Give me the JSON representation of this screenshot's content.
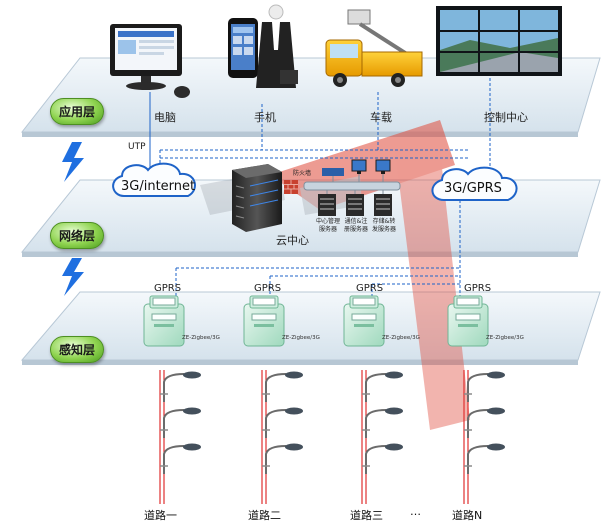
{
  "layers": {
    "application": "应用层",
    "network": "网络层",
    "perception": "感知层"
  },
  "application": {
    "items": [
      {
        "id": "computer",
        "label": "电脑"
      },
      {
        "id": "phone",
        "label": "手机"
      },
      {
        "id": "vehicle",
        "label": "车载"
      },
      {
        "id": "control",
        "label": "控制中心"
      }
    ],
    "link_label": "UTP"
  },
  "network": {
    "left_cloud": "3G/internet",
    "right_cloud": "3G/GPRS",
    "firewall": "防火墙",
    "cloud_center": "云中心",
    "servers": [
      "中心管理服务器",
      "通信&注册服务器",
      "存储&转发服务器"
    ]
  },
  "perception": {
    "link_label": "GPRS",
    "device_label": "ZE-Zigbee/3G",
    "roads": [
      "道路一",
      "道路二",
      "道路三",
      "…",
      "道路N"
    ]
  },
  "colors": {
    "plate": "#e3ecf3",
    "dashed_link": "#1e63c8",
    "road_line": "#e03030",
    "accent_green": "#7cc63d",
    "watermark": "#d33a2c"
  }
}
